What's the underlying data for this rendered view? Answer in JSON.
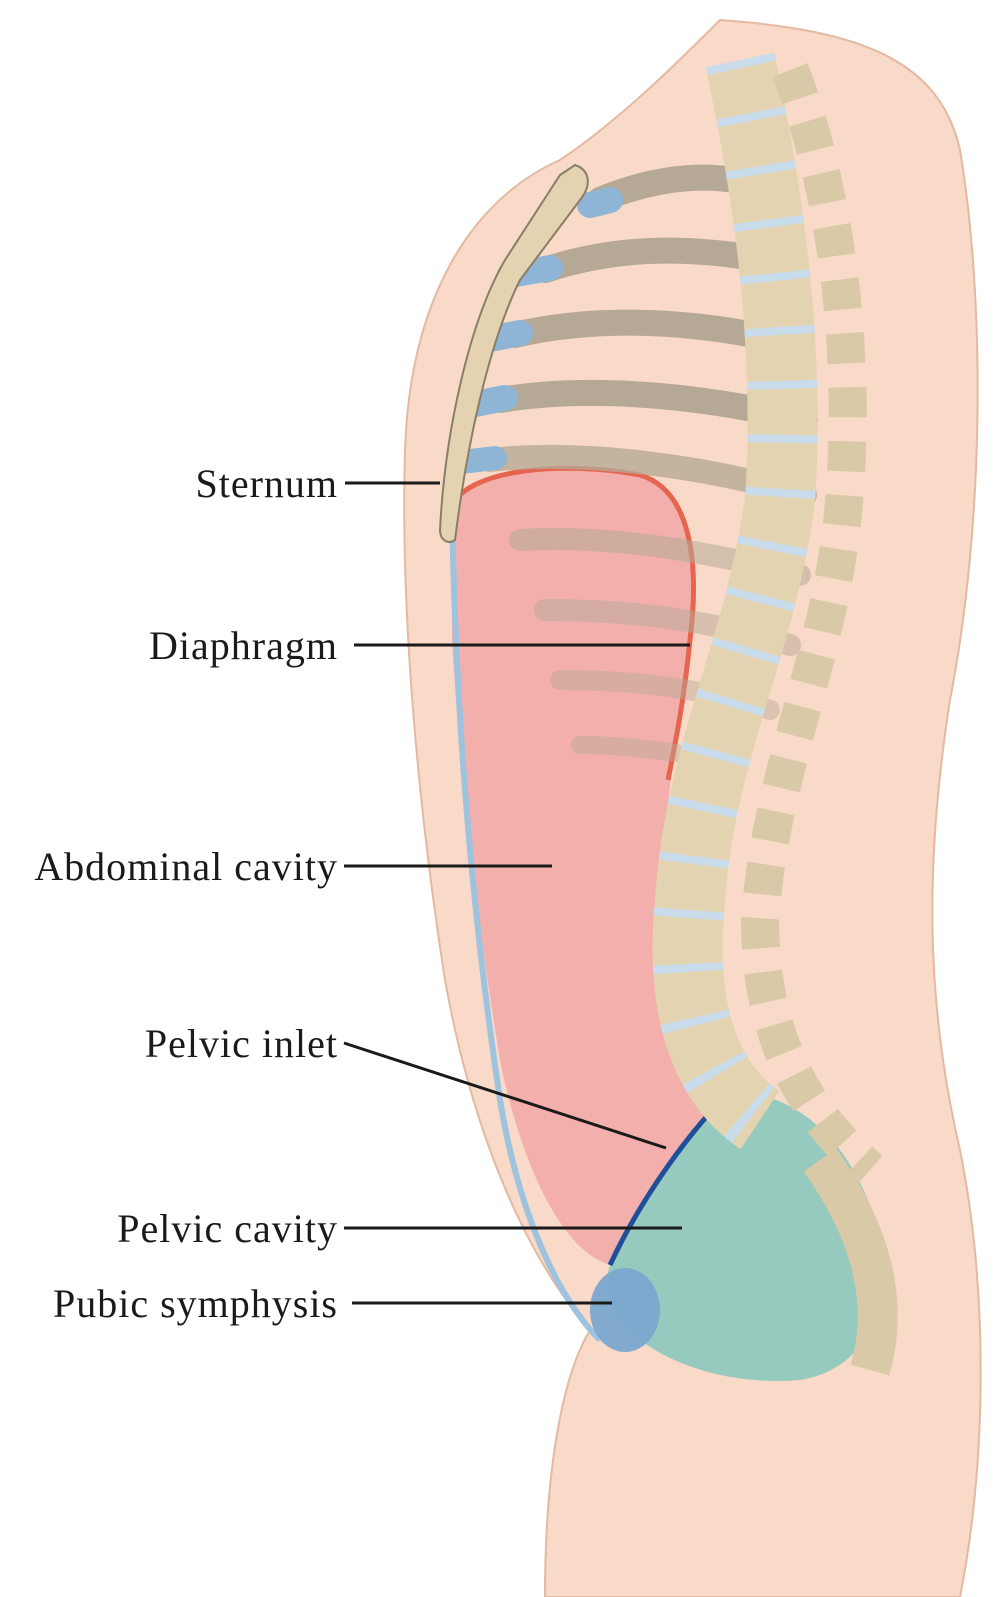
{
  "labels": {
    "sternum": "Sternum",
    "diaphragm": "Diaphragm",
    "abdominal_cavity": "Abdominal cavity",
    "pelvic_inlet": "Pelvic inlet",
    "pelvic_cavity": "Pelvic cavity",
    "pubic_symphysis": "Pubic symphysis"
  },
  "colors": {
    "skin": "#f9d9c7",
    "skin_outline": "#e4b9a2",
    "rib": "#b5a995",
    "cartilage": "#8fb5d6",
    "vertebra": "#e3d3b0",
    "disc": "#c9dcec",
    "abdominal_cavity": "#f1a7a7",
    "diaphragm_line": "#e5654f",
    "pelvic_cavity": "#8cc8bc",
    "pelvic_inlet_line": "#1d4f9b",
    "pubic_symphysis": "#7ba7cf"
  }
}
